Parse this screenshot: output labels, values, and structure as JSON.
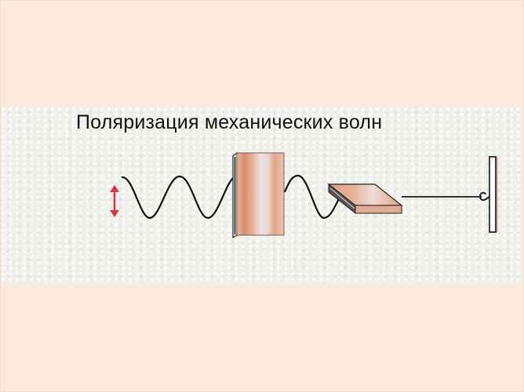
{
  "slide": {
    "title": "Поляризация механических волн",
    "background_color": "#fbe9dc",
    "band_color": "#efefec"
  },
  "diagram": {
    "elements": [
      {
        "name": "oscillation-direction-arrow",
        "icon": "double-vertical-arrow-icon",
        "color": "#d9343f"
      },
      {
        "name": "transverse-wave",
        "color": "#111111"
      },
      {
        "name": "vertical-slit-board",
        "color": "#e2a88a"
      },
      {
        "name": "horizontal-slit-plate",
        "color": "#e2a88a"
      },
      {
        "name": "string-line",
        "color": "#333333"
      },
      {
        "name": "wall-hook",
        "icon": "hook-icon"
      },
      {
        "name": "wall",
        "color": "#ffffff"
      }
    ]
  }
}
